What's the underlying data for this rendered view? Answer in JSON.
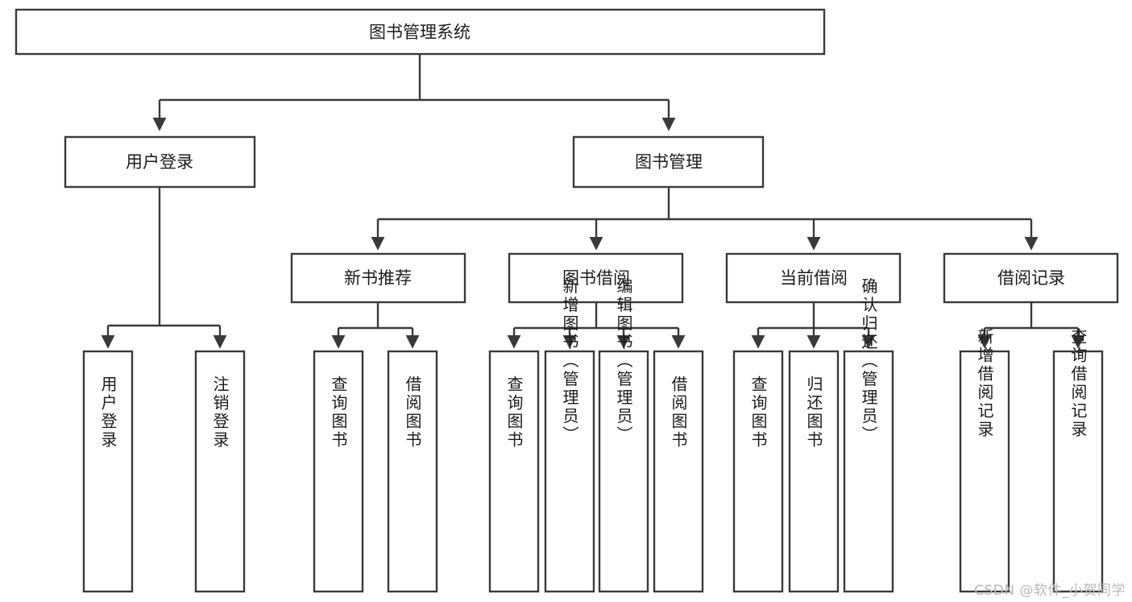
{
  "diagram": {
    "title": "图书管理系统",
    "type": "tree-hierarchy-diagram",
    "colors": {
      "box_fill": "#ffffff",
      "box_stroke": "#3a3a3a",
      "text": "#1c1c1c",
      "background": "#ffffff",
      "watermark": "#b9b9b9"
    },
    "levels": {
      "level0": [
        "图书管理系统"
      ],
      "level1": [
        "用户登录",
        "图书管理"
      ],
      "level2": [
        "新书推荐",
        "图书借阅",
        "当前借阅",
        "借阅记录"
      ],
      "level3": [
        "用户登录",
        "注销登录",
        "查询图书",
        "借阅图书",
        "查询图书",
        "新增图书（管理员）",
        "编辑图书（管理员）",
        "借阅图书",
        "查询图书",
        "归还图书",
        "确认归还（管理员）",
        "新增借阅记录",
        "查询借阅记录"
      ]
    },
    "nodes": {
      "root": {
        "label": "图书管理系统"
      },
      "user_login": {
        "label": "用户登录"
      },
      "book_manage": {
        "label": "图书管理"
      },
      "new_book_rec": {
        "label": "新书推荐"
      },
      "book_borrow": {
        "label": "图书借阅"
      },
      "current_borrow": {
        "label": "当前借阅"
      },
      "borrow_record": {
        "label": "借阅记录"
      },
      "leaf_user_login": {
        "label": "用户登录"
      },
      "leaf_logout": {
        "label": "注销登录"
      },
      "leaf_query_book_1": {
        "label": "查询图书"
      },
      "leaf_borrow_book_1": {
        "label": "借阅图书"
      },
      "leaf_query_book_2": {
        "label": "查询图书"
      },
      "leaf_add_book_admin": {
        "label": "新增图书（管理员）"
      },
      "leaf_edit_book_admin": {
        "label": "编辑图书（管理员）"
      },
      "leaf_borrow_book_2": {
        "label": "借阅图书"
      },
      "leaf_query_book_3": {
        "label": "查询图书"
      },
      "leaf_return_book": {
        "label": "归还图书"
      },
      "leaf_confirm_return_admin": {
        "label": "确认归还（管理员）"
      },
      "leaf_add_record": {
        "label": "新增借阅记录"
      },
      "leaf_query_record": {
        "label": "查询借阅记录"
      }
    },
    "edges": [
      {
        "from": "图书管理系统",
        "to": "用户登录"
      },
      {
        "from": "图书管理系统",
        "to": "图书管理"
      },
      {
        "from": "用户登录",
        "to": "用户登录"
      },
      {
        "from": "用户登录",
        "to": "注销登录"
      },
      {
        "from": "图书管理",
        "to": "新书推荐"
      },
      {
        "from": "图书管理",
        "to": "图书借阅"
      },
      {
        "from": "图书管理",
        "to": "当前借阅"
      },
      {
        "from": "图书管理",
        "to": "借阅记录"
      },
      {
        "from": "新书推荐",
        "to": "查询图书"
      },
      {
        "from": "新书推荐",
        "to": "借阅图书"
      },
      {
        "from": "图书借阅",
        "to": "查询图书"
      },
      {
        "from": "图书借阅",
        "to": "新增图书（管理员）"
      },
      {
        "from": "图书借阅",
        "to": "编辑图书（管理员）"
      },
      {
        "from": "图书借阅",
        "to": "借阅图书"
      },
      {
        "from": "当前借阅",
        "to": "查询图书"
      },
      {
        "from": "当前借阅",
        "to": "归还图书"
      },
      {
        "from": "当前借阅",
        "to": "确认归还（管理员）"
      },
      {
        "from": "借阅记录",
        "to": "新增借阅记录"
      },
      {
        "from": "借阅记录",
        "to": "查询借阅记录"
      }
    ]
  },
  "watermark": {
    "text": "CSDN @软件_小贺同学"
  }
}
